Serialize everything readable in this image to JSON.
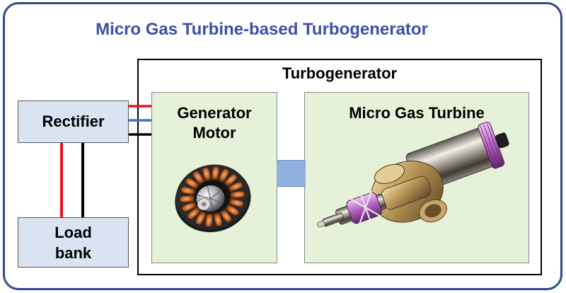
{
  "title": "Micro Gas Turbine-based Turbogenerator",
  "turbogenerator": {
    "title": "Turbogenerator",
    "generator_motor": {
      "line1": "Generator",
      "line2": "Motor"
    },
    "micro_gas_turbine": {
      "label": "Micro Gas Turbine"
    }
  },
  "rectifier": {
    "label": "Rectifier"
  },
  "load_bank": {
    "line1": "Load",
    "line2": "bank"
  },
  "colors": {
    "title": "#3b4fa8",
    "frame": "#2f4a8a",
    "block_fill": "#dae3f2",
    "panel_fill": "#e6f1d9",
    "shaft": "#8fb0de",
    "wire_red": "#e8141c",
    "wire_blue": "#4472c4",
    "wire_black": "#000000"
  },
  "icons": {
    "generator": "stator-rotor-icon",
    "turbine": "micro-turbine-icon"
  }
}
